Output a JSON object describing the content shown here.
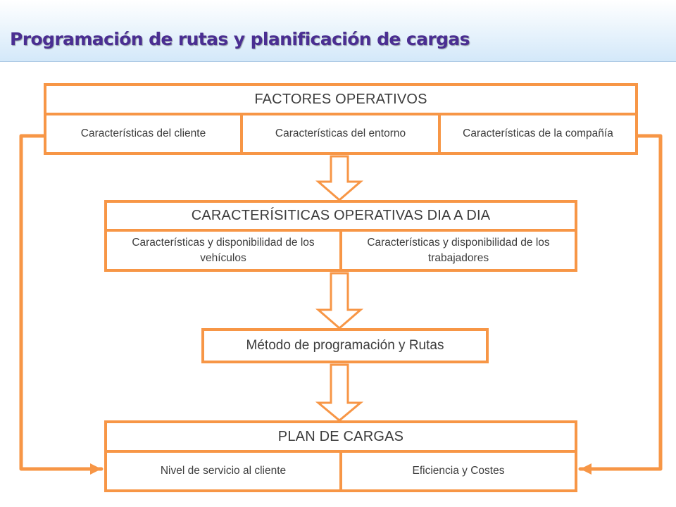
{
  "slide": {
    "title": "Programación de rutas y planificación de cargas"
  },
  "diagram": {
    "factores": {
      "header": "FACTORES OPERATIVOS",
      "cells": [
        "Características del cliente",
        "Características del entorno",
        "Características de la compañía"
      ]
    },
    "dia_a_dia": {
      "header": "CARACTERÍSITICAS OPERATIVAS DIA A DIA",
      "cells": [
        "Características y disponibilidad de los vehículos",
        "Características y disponibilidad de los trabajadores"
      ]
    },
    "metodo": {
      "label": "Método de programación y Rutas"
    },
    "plan": {
      "header": "PLAN DE CARGAS",
      "cells": [
        "Nivel de servicio al cliente",
        "Eficiencia y Costes"
      ]
    }
  },
  "colors": {
    "accent_orange": "#f79646",
    "title_purple": "#4a2e92",
    "text_gray": "#3c3c3c",
    "header_gradient_end": "#d3e8f9"
  }
}
